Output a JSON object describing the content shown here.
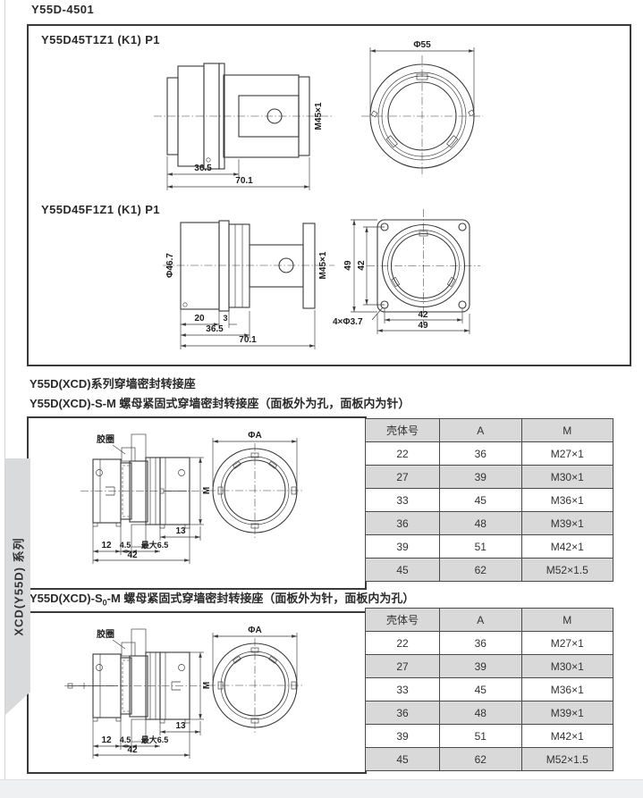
{
  "page": {
    "title": "Y55D-4501",
    "sidebar_tab": "XCD(Y55D) 系列",
    "series_note": "Y55D(XCD)系列穿墙密封转接座",
    "s_m_title": "Y55D(XCD)-S-M 螺母紧固式穿墙密封转接座（面板外为孔，面板内为针）",
    "s0_m_title_prefix": "Y55D(XCD)-S",
    "s0_m_title_sub": "0",
    "s0_m_title_rest": "-M 螺母紧固式穿墙密封转接座（面板外为针，面板内为孔）"
  },
  "drawings": {
    "t1z1": {
      "label": "Y55D45T1Z1 (K1) P1",
      "front_dia": "Φ55",
      "thread": "M45×1",
      "len_a": "36.5",
      "len_b": "70.1"
    },
    "f1z1": {
      "label": "Y55D45F1Z1 (K1) P1",
      "body_dia": "Φ46.7",
      "thread": "M45×1",
      "len_20": "20",
      "len_3": "3",
      "len_a": "36.5",
      "len_b": "70.1",
      "mount_holes": "4×Φ3.7",
      "flange_outer": "49",
      "flange_pitch": "42"
    },
    "adapter": {
      "gasket_label": "胶圈",
      "front_dia": "ΦA",
      "thread_label": "M",
      "len_12": "12",
      "len_45": "4.5",
      "len_max": "最大6.5",
      "len_13": "13",
      "len_42": "42"
    }
  },
  "tables": {
    "headers": [
      "壳体号",
      "A",
      "M"
    ],
    "rows": [
      [
        "22",
        "36",
        "M27×1"
      ],
      [
        "27",
        "39",
        "M30×1"
      ],
      [
        "33",
        "45",
        "M36×1"
      ],
      [
        "36",
        "48",
        "M39×1"
      ],
      [
        "39",
        "51",
        "M42×1"
      ],
      [
        "45",
        "62",
        "M52×1.5"
      ]
    ]
  },
  "colors": {
    "table_shade": "#d9d9d9",
    "line": "#3a3a3a",
    "outer_bg": "#eef0f2"
  }
}
